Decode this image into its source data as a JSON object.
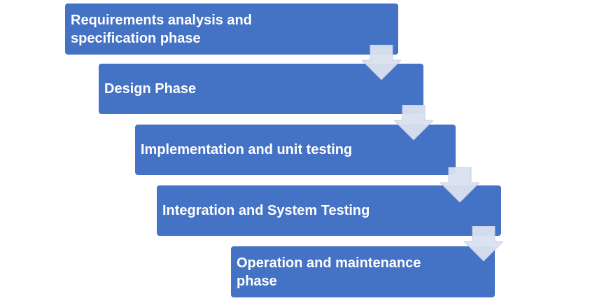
{
  "diagram": {
    "phases": [
      {
        "label": "Requirements analysis and\nspecification phase"
      },
      {
        "label": "Design Phase"
      },
      {
        "label": "Implementation and unit testing"
      },
      {
        "label": "Integration and System Testing"
      },
      {
        "label": "Operation and maintenance\nphase"
      }
    ],
    "colors": {
      "box_fill": "#4472c4",
      "box_text": "#ffffff",
      "arrow_fill": "#dbe2f0",
      "arrow_stroke": "#c3cde6"
    }
  }
}
